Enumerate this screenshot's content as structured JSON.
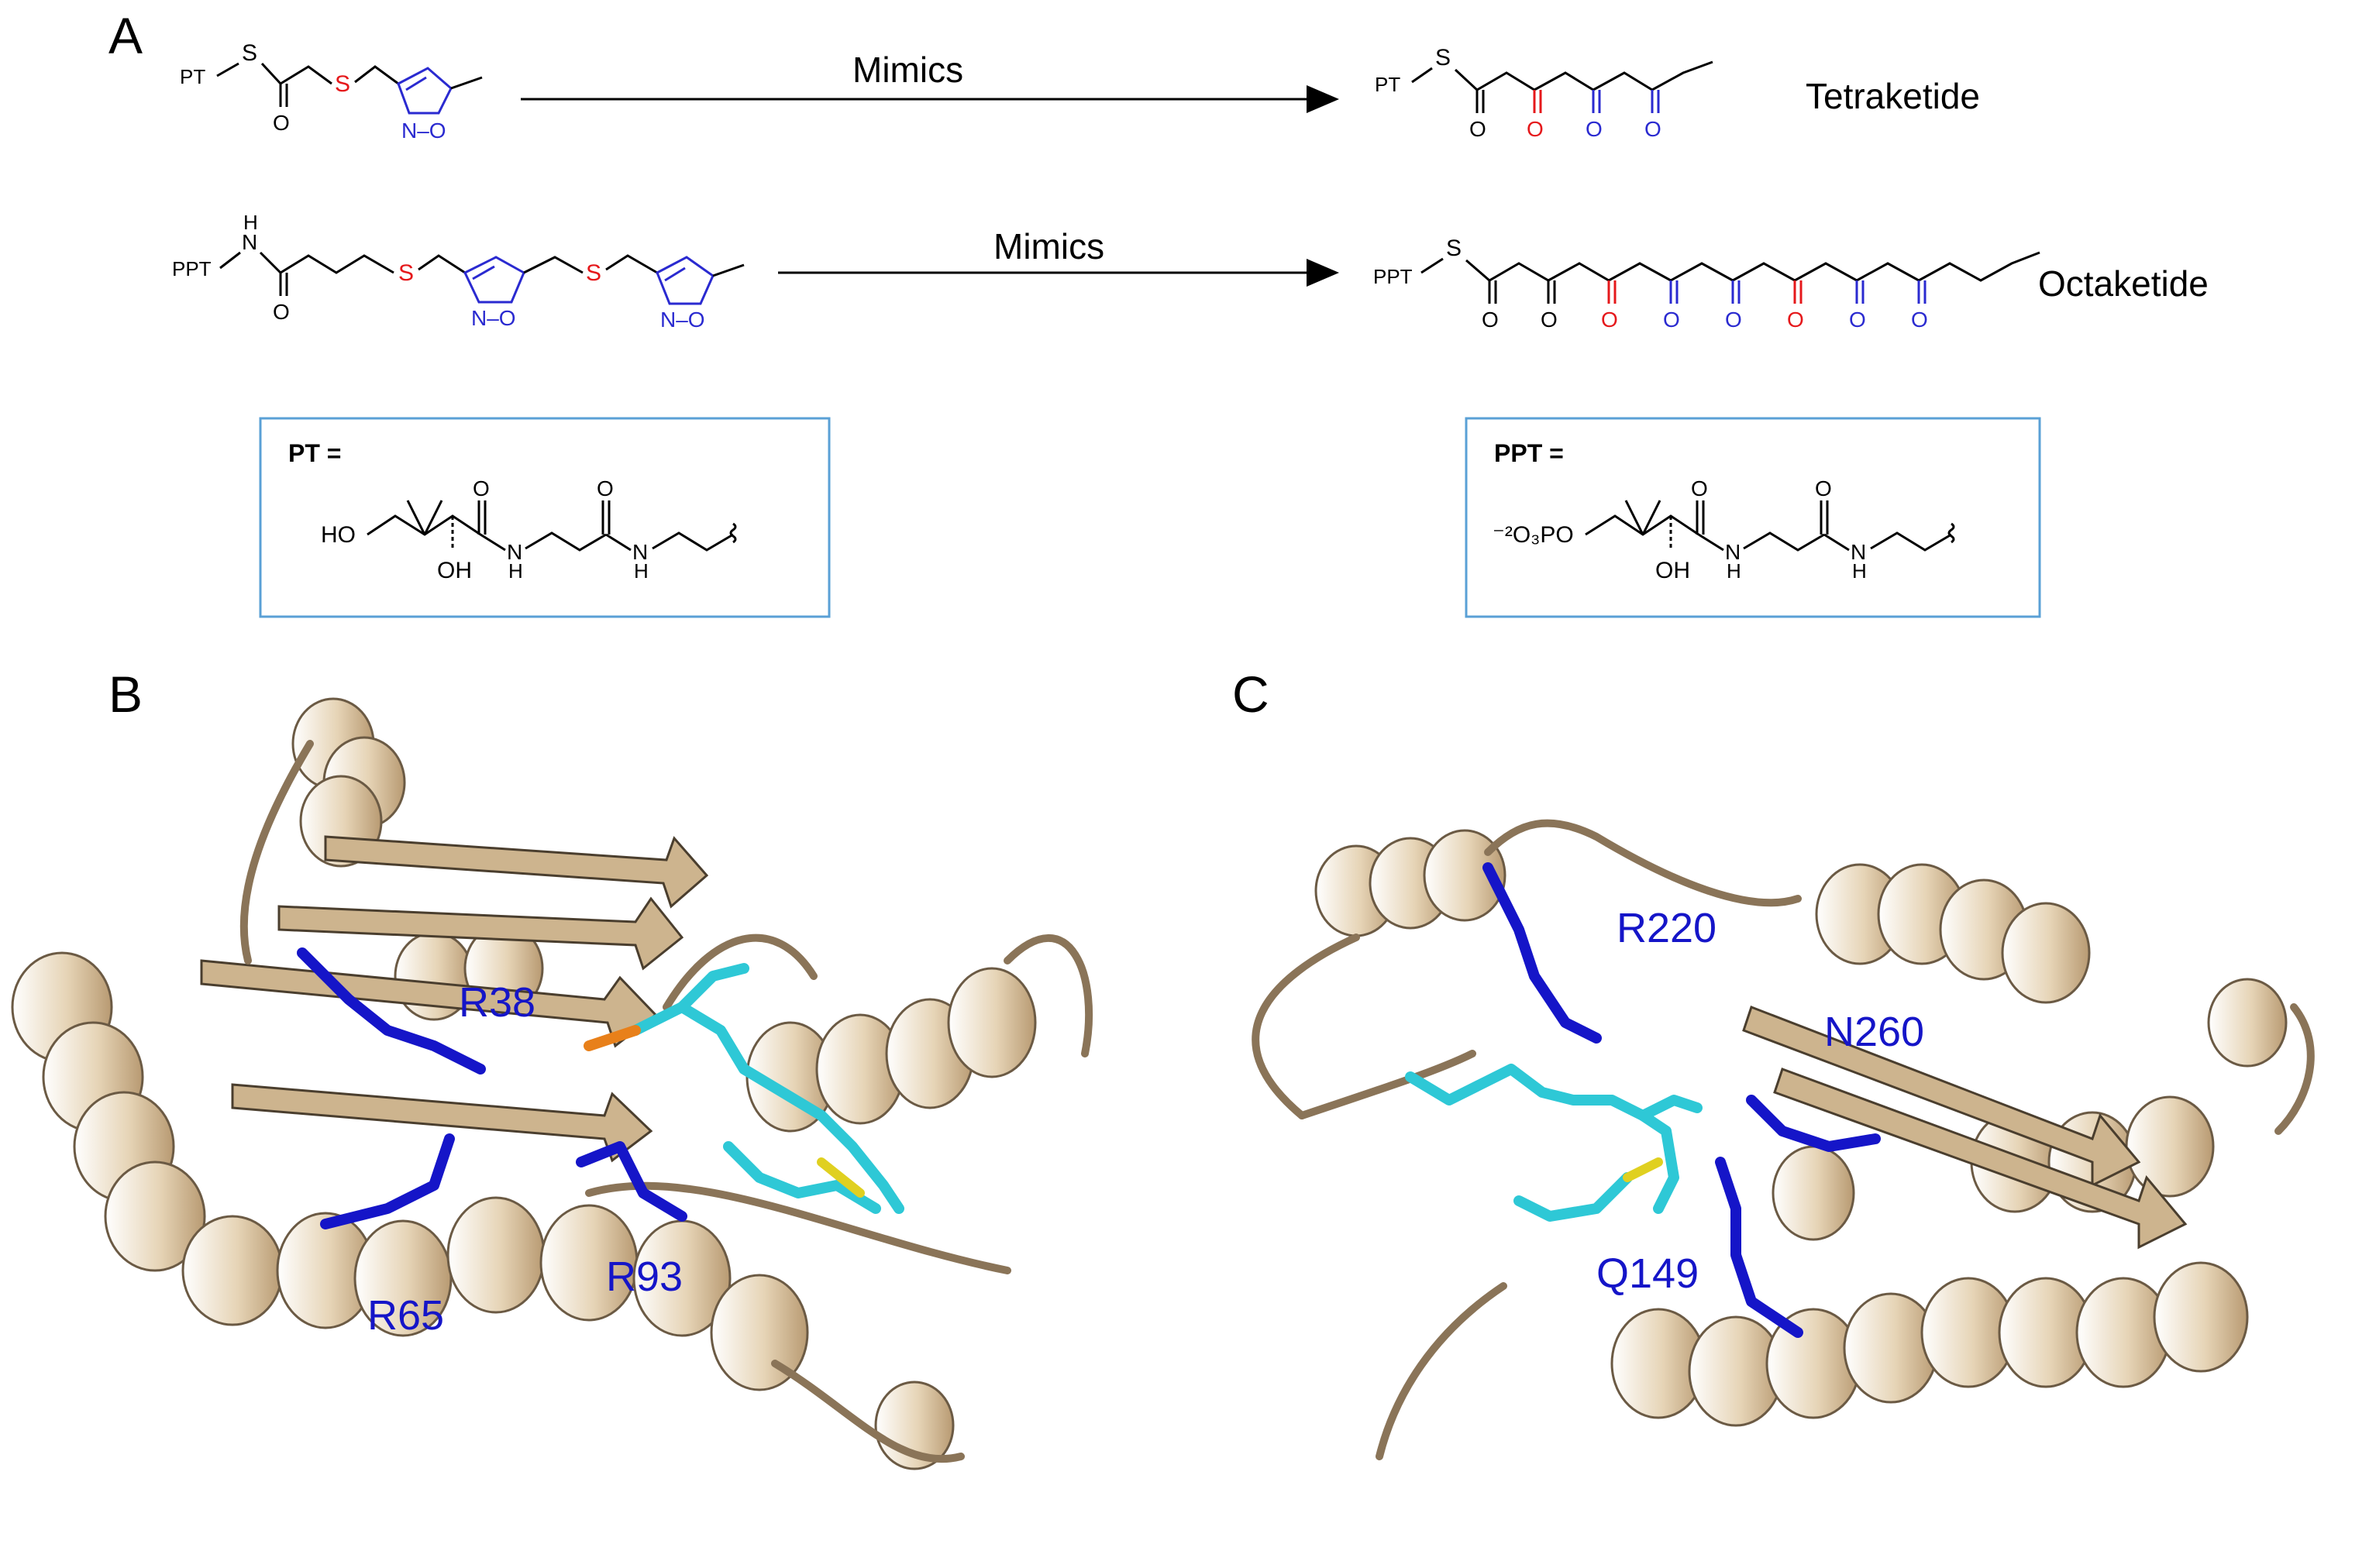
{
  "panels": {
    "a": "A",
    "b": "B",
    "c": "C"
  },
  "reactions": [
    {
      "mimics": "Mimics",
      "product": "Tetraketide"
    },
    {
      "mimics": "Mimics",
      "product": "Octaketide"
    }
  ],
  "boxes": {
    "pt_title": "PT =",
    "ppt_title": "PPT ="
  },
  "chem_labels": {
    "pt": "PT",
    "ppt": "PPT",
    "s": "S",
    "o": "O",
    "h": "H",
    "nh_n": "N",
    "no": "N–O",
    "ho": "HO",
    "oh": "OH",
    "po3": "⁻²O₃PO"
  },
  "residues_b": [
    "R38",
    "R65",
    "R93"
  ],
  "residues_c": [
    "R220",
    "N260",
    "Q149"
  ],
  "colors": {
    "red": "#e5181b",
    "blue": "#2a2ad0",
    "residue_blue": "#1515c8",
    "ribbon": "#d8c09c",
    "ribbon_dark": "#6b5a44",
    "ligand": "#2ec8d6",
    "box_border": "#5aa0d6"
  }
}
